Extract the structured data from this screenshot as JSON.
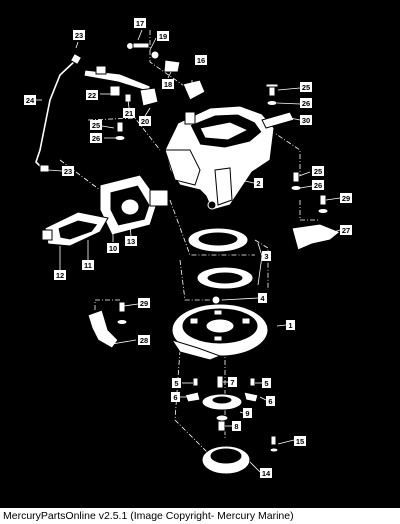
{
  "footer": {
    "text": "MercuryPartsOnline v2.5.1 (Image Copyright- Mercury Marine)"
  },
  "callouts": [
    {
      "id": "c1",
      "label": "1"
    },
    {
      "id": "c2",
      "label": "2"
    },
    {
      "id": "c3",
      "label": "3"
    },
    {
      "id": "c4",
      "label": "4"
    },
    {
      "id": "c5a",
      "label": "5"
    },
    {
      "id": "c5b",
      "label": "5"
    },
    {
      "id": "c6a",
      "label": "6"
    },
    {
      "id": "c6b",
      "label": "6"
    },
    {
      "id": "c7",
      "label": "7"
    },
    {
      "id": "c8",
      "label": "8"
    },
    {
      "id": "c9",
      "label": "9"
    },
    {
      "id": "c10",
      "label": "10"
    },
    {
      "id": "c11",
      "label": "11"
    },
    {
      "id": "c12",
      "label": "12"
    },
    {
      "id": "c13",
      "label": "13"
    },
    {
      "id": "c14",
      "label": "14"
    },
    {
      "id": "c15",
      "label": "15"
    },
    {
      "id": "c16",
      "label": "16"
    },
    {
      "id": "c17",
      "label": "17"
    },
    {
      "id": "c18",
      "label": "18"
    },
    {
      "id": "c19",
      "label": "19"
    },
    {
      "id": "c20",
      "label": "20"
    },
    {
      "id": "c21",
      "label": "21"
    },
    {
      "id": "c22",
      "label": "22"
    },
    {
      "id": "c23a",
      "label": "23"
    },
    {
      "id": "c23b",
      "label": "23"
    },
    {
      "id": "c24",
      "label": "24"
    },
    {
      "id": "c25a",
      "label": "25"
    },
    {
      "id": "c25b",
      "label": "25"
    },
    {
      "id": "c25c",
      "label": "25"
    },
    {
      "id": "c26a",
      "label": "26"
    },
    {
      "id": "c26b",
      "label": "26"
    },
    {
      "id": "c26c",
      "label": "26"
    },
    {
      "id": "c27",
      "label": "27"
    },
    {
      "id": "c28",
      "label": "28"
    },
    {
      "id": "c29a",
      "label": "29"
    },
    {
      "id": "c29b",
      "label": "29"
    },
    {
      "id": "c30",
      "label": "30"
    }
  ]
}
